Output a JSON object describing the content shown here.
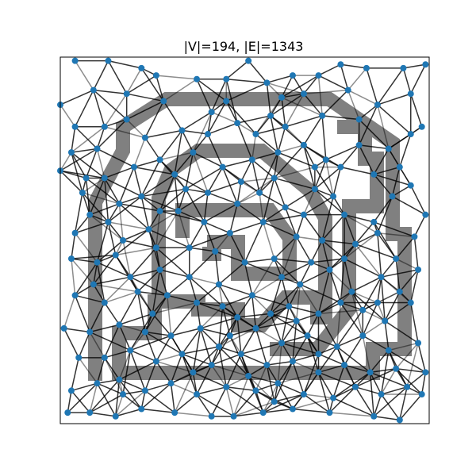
{
  "figure": {
    "title": "|V|=194, |E|=1343"
  },
  "colors": {
    "background": "#ffffff",
    "maze": "#808080",
    "edge": "#000000",
    "node": "#1f77b4",
    "frame": "#000000"
  },
  "chart_data": {
    "type": "graph",
    "title": "|V|=194, |E|=1343",
    "vertex_count": 194,
    "edge_count": 1343,
    "xlim": [
      0,
      1
    ],
    "ylim": [
      0,
      1
    ],
    "axes_visible": false,
    "background_pattern": "gray square spiral maze",
    "layout_note": "random geometric graph; node positions below in axis data units (0-1), representative sample",
    "nodes": [
      [
        0.04,
        0.99
      ],
      [
        0.13,
        0.99
      ],
      [
        0.22,
        0.97
      ],
      [
        0.26,
        0.95
      ],
      [
        0.37,
        0.94
      ],
      [
        0.45,
        0.94
      ],
      [
        0.51,
        0.99
      ],
      [
        0.56,
        0.93
      ],
      [
        0.63,
        0.95
      ],
      [
        0.7,
        0.95
      ],
      [
        0.76,
        0.98
      ],
      [
        0.83,
        0.97
      ],
      [
        0.93,
        0.97
      ],
      [
        0.99,
        0.98
      ],
      [
        0.0,
        0.87
      ],
      [
        0.09,
        0.91
      ],
      [
        0.18,
        0.9
      ],
      [
        0.28,
        0.88
      ],
      [
        0.41,
        0.85
      ],
      [
        0.48,
        0.82
      ],
      [
        0.57,
        0.84
      ],
      [
        0.66,
        0.9
      ],
      [
        0.71,
        0.84
      ],
      [
        0.78,
        0.91
      ],
      [
        0.86,
        0.87
      ],
      [
        0.95,
        0.9
      ],
      [
        0.98,
        0.81
      ],
      [
        0.04,
        0.81
      ],
      [
        0.12,
        0.81
      ],
      [
        0.23,
        0.78
      ],
      [
        0.33,
        0.8
      ],
      [
        0.4,
        0.79
      ],
      [
        0.53,
        0.79
      ],
      [
        0.61,
        0.81
      ],
      [
        0.66,
        0.76
      ],
      [
        0.72,
        0.72
      ],
      [
        0.81,
        0.76
      ],
      [
        0.89,
        0.75
      ],
      [
        0.95,
        0.79
      ],
      [
        0.03,
        0.74
      ],
      [
        0.07,
        0.67
      ],
      [
        0.12,
        0.67
      ],
      [
        0.2,
        0.7
      ],
      [
        0.27,
        0.72
      ],
      [
        0.36,
        0.74
      ],
      [
        0.44,
        0.7
      ],
      [
        0.52,
        0.72
      ],
      [
        0.59,
        0.74
      ],
      [
        0.69,
        0.7
      ],
      [
        0.76,
        0.7
      ],
      [
        0.85,
        0.68
      ],
      [
        0.95,
        0.65
      ],
      [
        0.0,
        0.69
      ],
      [
        0.06,
        0.63
      ],
      [
        0.16,
        0.6
      ],
      [
        0.22,
        0.62
      ],
      [
        0.34,
        0.64
      ],
      [
        0.4,
        0.63
      ],
      [
        0.48,
        0.6
      ],
      [
        0.54,
        0.63
      ],
      [
        0.61,
        0.59
      ],
      [
        0.69,
        0.64
      ],
      [
        0.77,
        0.57
      ],
      [
        0.85,
        0.55
      ],
      [
        0.99,
        0.57
      ],
      [
        0.04,
        0.52
      ],
      [
        0.13,
        0.55
      ],
      [
        0.17,
        0.5
      ],
      [
        0.24,
        0.53
      ],
      [
        0.32,
        0.58
      ],
      [
        0.39,
        0.55
      ],
      [
        0.46,
        0.52
      ],
      [
        0.55,
        0.55
      ],
      [
        0.64,
        0.51
      ],
      [
        0.71,
        0.5
      ],
      [
        0.8,
        0.49
      ],
      [
        0.86,
        0.52
      ],
      [
        0.91,
        0.45
      ],
      [
        0.96,
        0.51
      ],
      [
        0.03,
        0.45
      ],
      [
        0.1,
        0.44
      ],
      [
        0.19,
        0.4
      ],
      [
        0.27,
        0.42
      ],
      [
        0.35,
        0.4
      ],
      [
        0.43,
        0.38
      ],
      [
        0.5,
        0.44
      ],
      [
        0.58,
        0.45
      ],
      [
        0.65,
        0.38
      ],
      [
        0.73,
        0.42
      ],
      [
        0.79,
        0.36
      ],
      [
        0.87,
        0.4
      ],
      [
        0.97,
        0.42
      ],
      [
        0.04,
        0.35
      ],
      [
        0.12,
        0.33
      ],
      [
        0.21,
        0.36
      ],
      [
        0.29,
        0.35
      ],
      [
        0.37,
        0.33
      ],
      [
        0.44,
        0.32
      ],
      [
        0.52,
        0.35
      ],
      [
        0.57,
        0.3
      ],
      [
        0.62,
        0.32
      ],
      [
        0.7,
        0.3
      ],
      [
        0.76,
        0.33
      ],
      [
        0.82,
        0.31
      ],
      [
        0.88,
        0.28
      ],
      [
        0.95,
        0.33
      ],
      [
        0.01,
        0.26
      ],
      [
        0.08,
        0.25
      ],
      [
        0.16,
        0.27
      ],
      [
        0.23,
        0.25
      ],
      [
        0.3,
        0.24
      ],
      [
        0.38,
        0.26
      ],
      [
        0.46,
        0.24
      ],
      [
        0.53,
        0.26
      ],
      [
        0.6,
        0.22
      ],
      [
        0.67,
        0.24
      ],
      [
        0.75,
        0.21
      ],
      [
        0.82,
        0.24
      ],
      [
        0.89,
        0.2
      ],
      [
        0.97,
        0.22
      ],
      [
        0.05,
        0.18
      ],
      [
        0.12,
        0.18
      ],
      [
        0.19,
        0.2
      ],
      [
        0.26,
        0.17
      ],
      [
        0.33,
        0.19
      ],
      [
        0.41,
        0.16
      ],
      [
        0.49,
        0.19
      ],
      [
        0.56,
        0.16
      ],
      [
        0.63,
        0.17
      ],
      [
        0.7,
        0.14
      ],
      [
        0.77,
        0.16
      ],
      [
        0.84,
        0.14
      ],
      [
        0.91,
        0.15
      ],
      [
        0.99,
        0.14
      ],
      [
        0.03,
        0.09
      ],
      [
        0.1,
        0.11
      ],
      [
        0.16,
        0.12
      ],
      [
        0.23,
        0.09
      ],
      [
        0.3,
        0.11
      ],
      [
        0.37,
        0.08
      ],
      [
        0.45,
        0.1
      ],
      [
        0.53,
        0.09
      ],
      [
        0.59,
        0.11
      ],
      [
        0.66,
        0.08
      ],
      [
        0.74,
        0.07
      ],
      [
        0.8,
        0.1
      ],
      [
        0.87,
        0.08
      ],
      [
        0.94,
        0.1
      ],
      [
        0.98,
        0.08
      ],
      [
        0.02,
        0.03
      ],
      [
        0.08,
        0.03
      ],
      [
        0.15,
        0.02
      ],
      [
        0.22,
        0.04
      ],
      [
        0.31,
        0.03
      ],
      [
        0.41,
        0.02
      ],
      [
        0.47,
        0.02
      ],
      [
        0.55,
        0.03
      ],
      [
        0.63,
        0.04
      ],
      [
        0.73,
        0.03
      ],
      [
        0.85,
        0.02
      ],
      [
        0.92,
        0.01
      ],
      [
        0.08,
        0.57
      ],
      [
        0.18,
        0.83
      ],
      [
        0.31,
        0.68
      ],
      [
        0.58,
        0.67
      ],
      [
        0.74,
        0.62
      ],
      [
        0.9,
        0.62
      ],
      [
        0.26,
        0.48
      ],
      [
        0.42,
        0.47
      ],
      [
        0.6,
        0.4
      ],
      [
        0.68,
        0.44
      ],
      [
        0.15,
        0.46
      ],
      [
        0.35,
        0.48
      ],
      [
        0.77,
        0.45
      ],
      [
        0.92,
        0.36
      ],
      [
        0.48,
        0.29
      ],
      [
        0.64,
        0.28
      ],
      [
        0.09,
        0.38
      ],
      [
        0.25,
        0.3
      ],
      [
        0.43,
        0.21
      ],
      [
        0.58,
        0.06
      ],
      [
        0.7,
        0.19
      ],
      [
        0.86,
        0.33
      ],
      [
        0.17,
        0.08
      ],
      [
        0.36,
        0.14
      ],
      [
        0.51,
        0.13
      ],
      [
        0.27,
        0.58
      ],
      [
        0.49,
        0.66
      ],
      [
        0.66,
        0.57
      ],
      [
        0.81,
        0.83
      ],
      [
        0.45,
        0.88
      ],
      [
        0.6,
        0.89
      ],
      [
        0.92,
        0.7
      ],
      [
        0.1,
        0.75
      ]
    ]
  }
}
